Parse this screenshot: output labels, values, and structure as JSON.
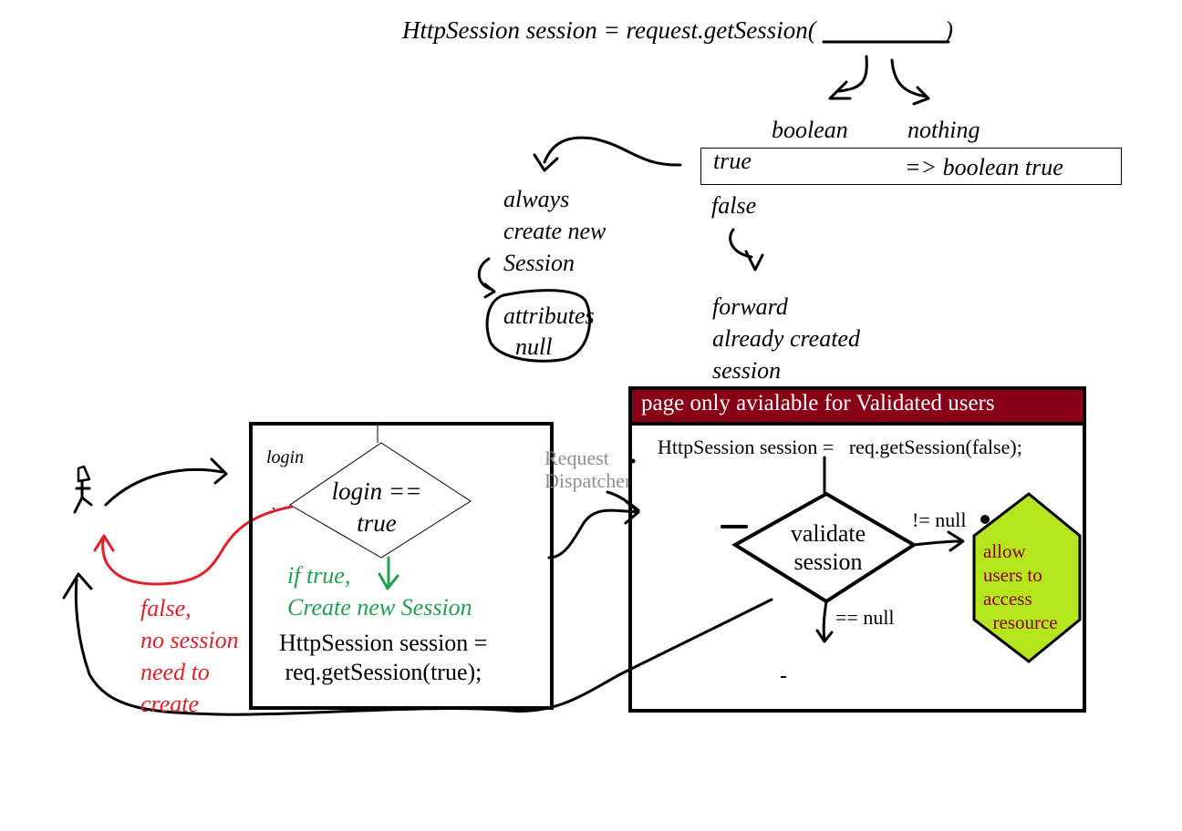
{
  "top": {
    "signature": "HttpSession session = request.getSession(",
    "close_paren": ")",
    "boolean_label": "boolean",
    "nothing_label": "nothing",
    "true_label": "true",
    "false_label": "false",
    "default_note": "=> boolean true"
  },
  "true_branch": {
    "lines": "always\ncreate new\nSession",
    "attributes": "attributes\n  null"
  },
  "false_branch": {
    "lines": "forward\nalready created\nsession"
  },
  "login_box": {
    "caption": "login",
    "decision": "login ==\ntrue",
    "if_true": "if true,\nCreate new Session",
    "code": "HttpSession session =\n req.getSession(true);"
  },
  "false_path": {
    "note": "false,\nno session\nneed to\ncreate"
  },
  "dispatcher": {
    "label": "Request\nDispatcher"
  },
  "validated_page": {
    "header": "page only avialable for Validated users",
    "code": "HttpSession session =   req.getSession(false);",
    "decision": "validate\nsession",
    "not_null": "!= null",
    "is_null": "== null",
    "action": "allow\nusers to\naccess\n  resource"
  },
  "colors": {
    "ink": "#000000",
    "red": "#e0202a",
    "green": "#22a050",
    "header_bg": "#880015",
    "hexagon": "#b5e61d",
    "hexagon_text": "#880015",
    "gray": "#909090"
  }
}
